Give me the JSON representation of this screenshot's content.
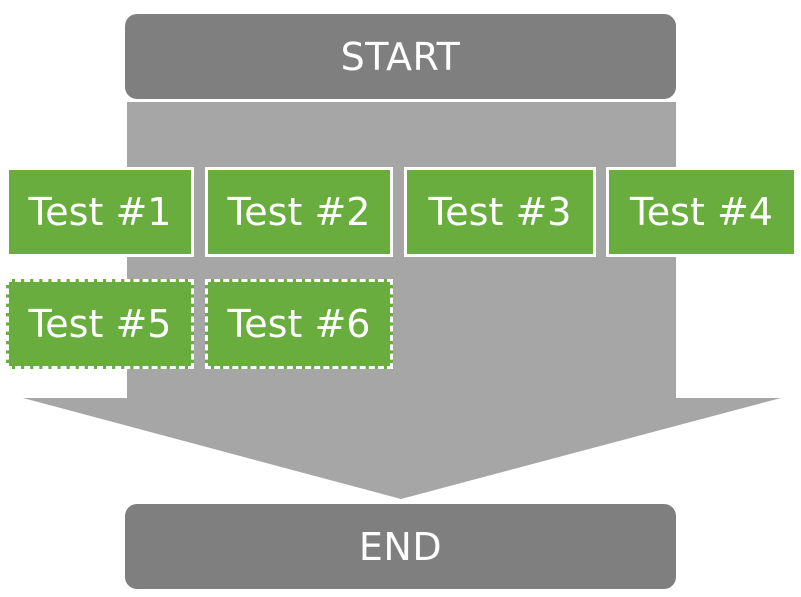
{
  "flow": {
    "start_label": "START",
    "end_label": "END"
  },
  "tests": [
    {
      "label": "Test #1",
      "style": "solid"
    },
    {
      "label": "Test #2",
      "style": "solid"
    },
    {
      "label": "Test #3",
      "style": "solid"
    },
    {
      "label": "Test #4",
      "style": "solid"
    },
    {
      "label": "Test #5",
      "style": "dashed"
    },
    {
      "label": "Test #6",
      "style": "dashed"
    }
  ],
  "colors": {
    "terminal": "#7f7f7f",
    "arrow": "#a6a6a6",
    "test": "#6aad3f",
    "text": "#ffffff"
  }
}
